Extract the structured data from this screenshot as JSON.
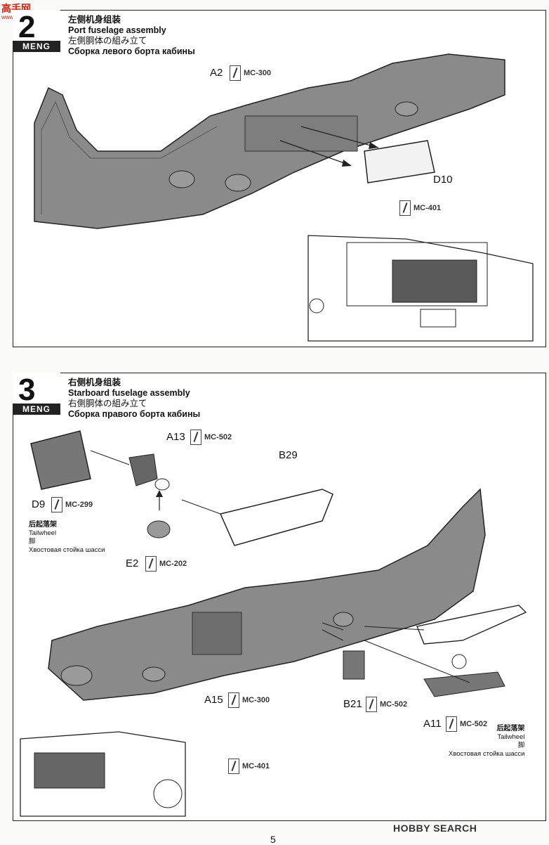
{
  "watermark": {
    "site_logo": "高手网",
    "site_url": "www.gaoshou.com",
    "hobby": "HOBBY SEARCH"
  },
  "page_number": "5",
  "steps": [
    {
      "number": "2",
      "brand": "MENG",
      "title_zh": "左侧机身组装",
      "title_en": "Port fuselage assembly",
      "title_ja": "左側胴体の組み立て",
      "title_ru": "Сборка левого борта кабины",
      "labels": [
        {
          "part": "A2",
          "color_code": "MC-300"
        },
        {
          "part": "D10"
        },
        {
          "part": "",
          "color_code": "MC-401"
        }
      ]
    },
    {
      "number": "3",
      "brand": "MENG",
      "title_zh": "右侧机身组装",
      "title_en": "Starboard fuselage assembly",
      "title_ja": "右側胴体の組み立て",
      "title_ru": "Сборка правого борта кабины",
      "labels": [
        {
          "part": "A13",
          "color_code": "MC-502"
        },
        {
          "part": "B29"
        },
        {
          "part": "D9",
          "color_code": "MC-299"
        },
        {
          "part": "E2",
          "color_code": "MC-202"
        },
        {
          "part": "A15",
          "color_code": "MC-300"
        },
        {
          "part": "B21",
          "color_code": "MC-502"
        },
        {
          "part": "A11",
          "color_code": "MC-502"
        },
        {
          "part": "",
          "color_code": "MC-401"
        }
      ],
      "notes": [
        {
          "zh": "后起落架",
          "en": "Tailwheel",
          "ja": "脚",
          "ru": "Хвостовая стойка шасси"
        },
        {
          "zh": "后起落架",
          "en": "Tailwheel",
          "ja": "脚",
          "ru": "Хвостовая стойка шасси"
        }
      ]
    }
  ]
}
